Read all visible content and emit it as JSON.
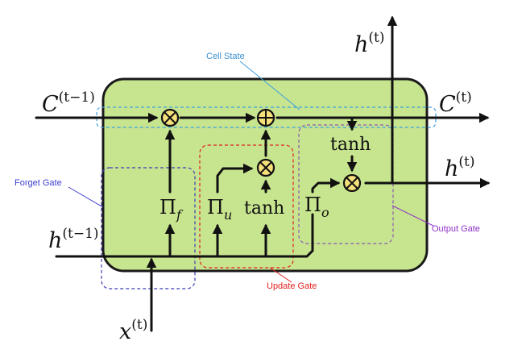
{
  "symbols": {
    "c_prev_base": "C",
    "c_prev_sup": "(t−1)",
    "c_next_base": "C",
    "c_next_sup": "(t)",
    "h_top_base": "h",
    "h_top_sup": "(t)",
    "h_out_base": "h",
    "h_out_sup": "(t)",
    "h_prev_base": "h",
    "h_prev_sup": "(t−1)",
    "x_base": "x",
    "x_sup": "(t)"
  },
  "gates": {
    "forget_base": "Π",
    "forget_sub": "f",
    "update_base": "Π",
    "update_sub": "u",
    "output_base": "Π",
    "output_sub": "o",
    "update_tanh": "tanh",
    "output_tanh": "tanh"
  },
  "callouts": {
    "cell_state": "Cell State",
    "forget_gate": "Forget Gate",
    "update_gate": "Update Gate",
    "output_gate": "Output Gate"
  },
  "colors": {
    "cell_body": "#c7e48f",
    "operator_fill": "#f5e07a",
    "cell_state_box": "#3da0e0",
    "forget_box": "#3f3fb5",
    "update_box": "#e02020",
    "output_box": "#8a5ab0",
    "cell_state_label": "#3a8fd0",
    "forget_label": "#3f3fd0",
    "update_label": "#e02020",
    "output_label": "#9030c8"
  },
  "operators": [
    "multiply-op",
    "add-op",
    "multiply-op",
    "multiply-op"
  ]
}
